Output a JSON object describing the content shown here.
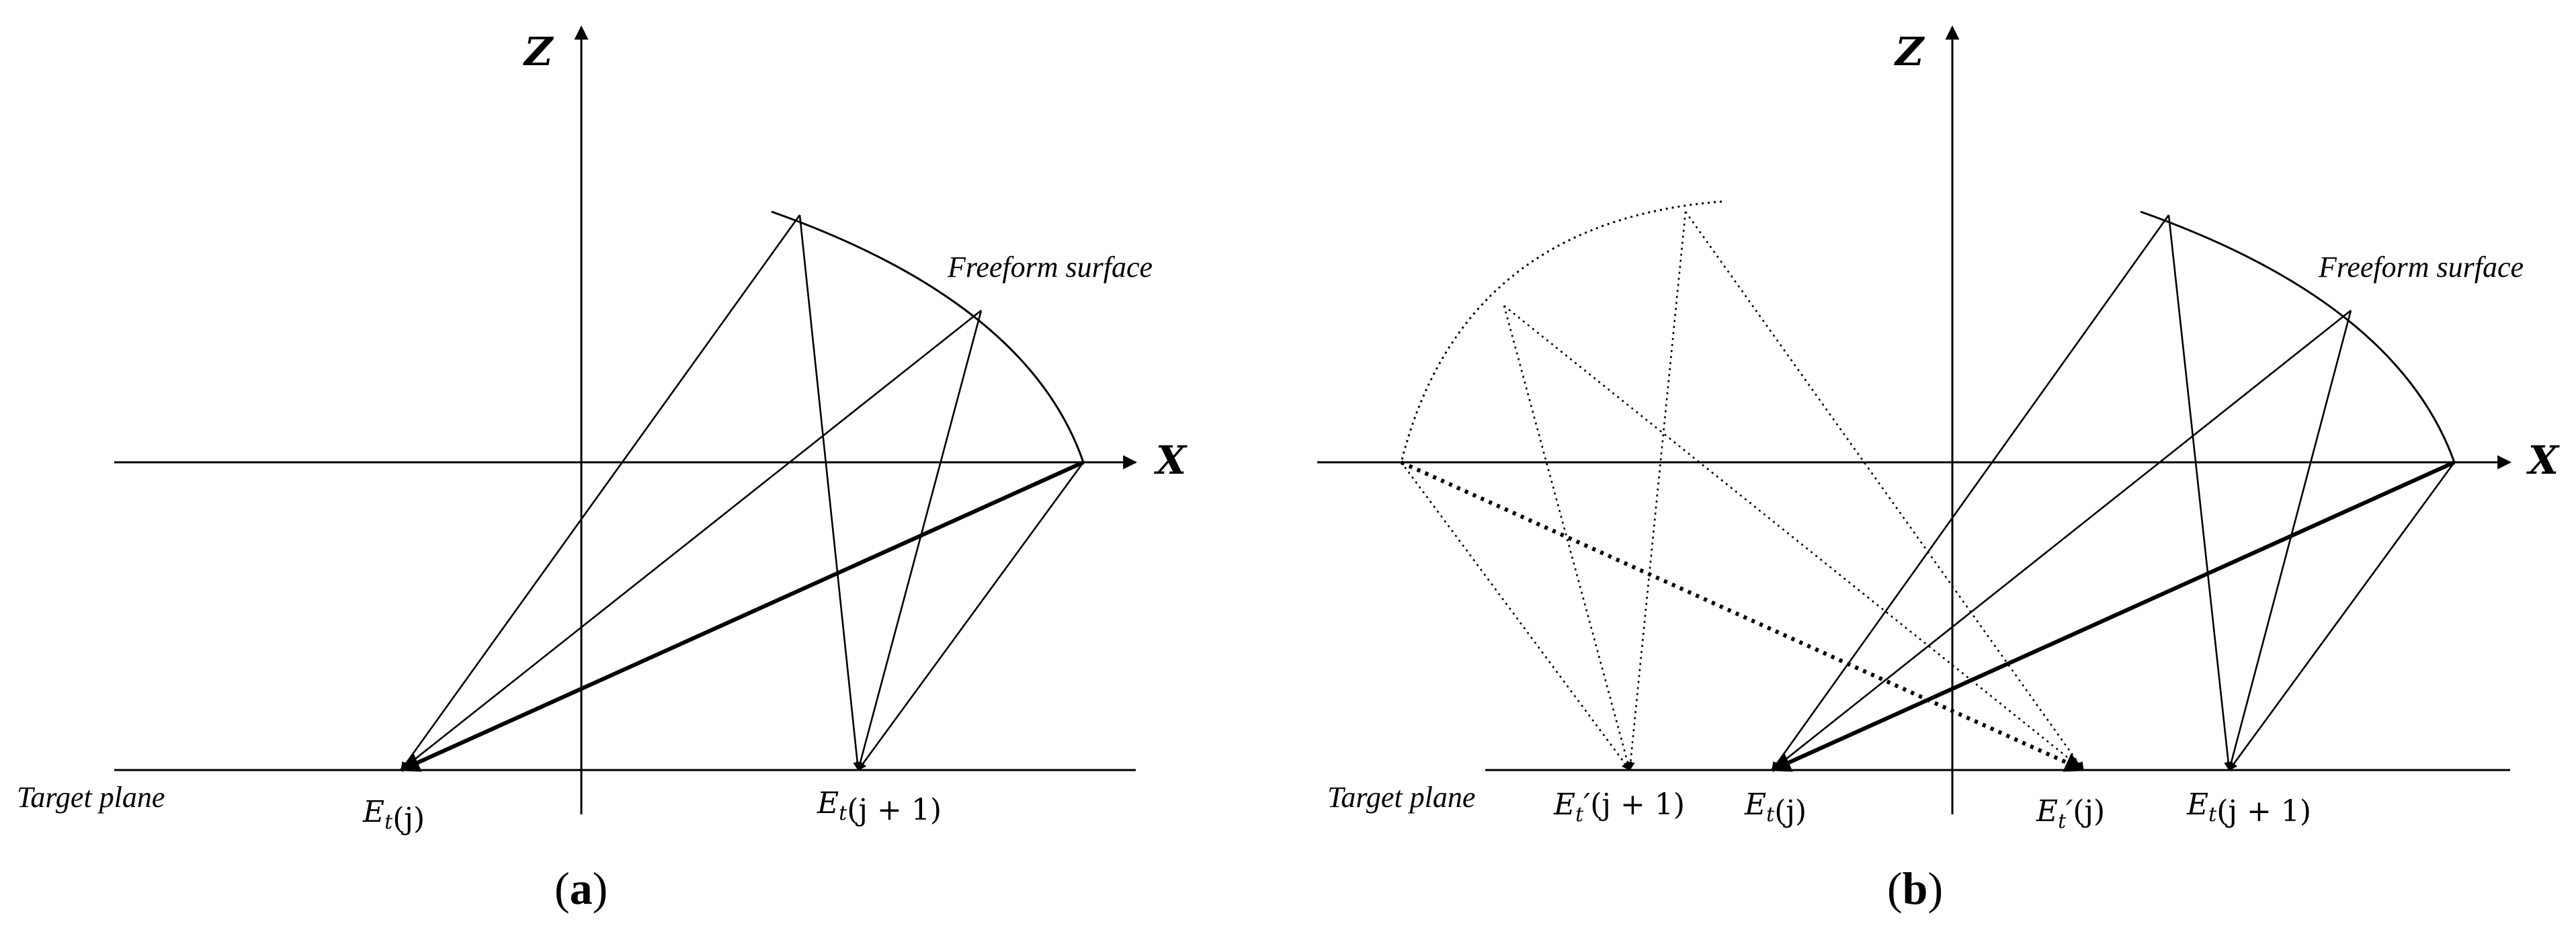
{
  "panel_a": {
    "axis_z": "Z",
    "axis_x": "X",
    "surface_label": "Freeform surface",
    "target_label": "Target plane",
    "points": [
      {
        "base": "E",
        "sub": "t",
        "prime": "",
        "arg": "(j)"
      },
      {
        "base": "E",
        "sub": "t",
        "prime": "",
        "arg": "(j + 1)"
      }
    ],
    "caption_open": "(",
    "caption_letter": "a",
    "caption_close": ")"
  },
  "panel_b": {
    "axis_z": "Z",
    "axis_x": "X",
    "surface_label": "Freeform surface",
    "target_label": "Target plane",
    "points": [
      {
        "base": "E",
        "sub": "t",
        "prime": "′",
        "arg": "(j + 1)"
      },
      {
        "base": "E",
        "sub": "t",
        "prime": "",
        "arg": "(j)"
      },
      {
        "base": "E",
        "sub": "t",
        "prime": "′",
        "arg": "(j)"
      },
      {
        "base": "E",
        "sub": "t",
        "prime": "",
        "arg": "(j + 1)"
      }
    ],
    "caption_open": "(",
    "caption_letter": "b",
    "caption_close": ")"
  }
}
